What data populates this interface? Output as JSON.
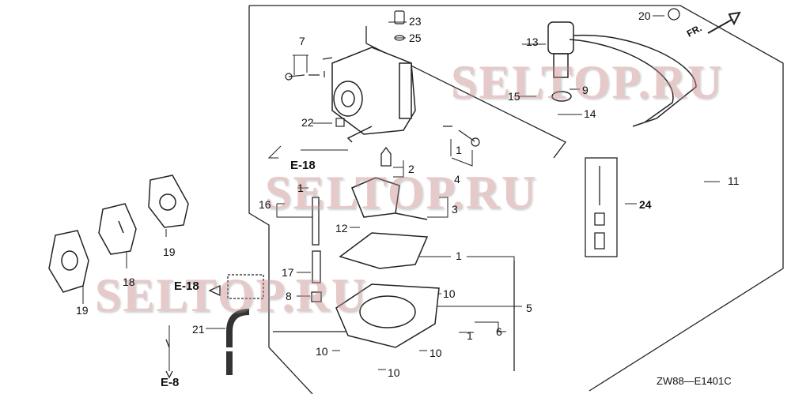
{
  "watermark": "SELTOP.RU",
  "diagram_code": "ZW88—E1401C",
  "direction_label": "FR.",
  "refs": {
    "e18_top": "E-18",
    "e18_left": "E-18",
    "e8": "E-8"
  },
  "callouts": {
    "c23": "23",
    "c25": "25",
    "c7": "7",
    "c13": "13",
    "c20": "20",
    "c9": "9",
    "c15": "15",
    "c14": "14",
    "c22": "22",
    "c1a": "1",
    "c2": "2",
    "c4": "4",
    "c1b": "1",
    "c16": "16",
    "c3": "3",
    "c11": "11",
    "c24": "24",
    "c12": "12",
    "c1c": "1",
    "c17": "17",
    "c10a": "10",
    "c8": "8",
    "c5": "5",
    "c19a": "19",
    "c18": "18",
    "c19b": "19",
    "c21": "21",
    "c1d": "1",
    "c6": "6",
    "c10b": "10",
    "c10c": "10",
    "c10d": "10"
  }
}
